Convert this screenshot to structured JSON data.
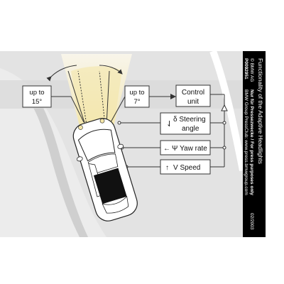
{
  "labels": {
    "left_angle": [
      "up to",
      "15°"
    ],
    "right_angle": [
      "up to",
      "7°"
    ],
    "control": [
      "Control",
      "unit"
    ],
    "steering": [
      "δ Steering",
      "angle"
    ],
    "yaw": "Ψ Yaw rate",
    "speed": "V Speed"
  },
  "sidebar": {
    "title": "Functionality of the Adaptive Headlights",
    "code": "P0092951",
    "credit": "BMW Group PressClub: www.press.bmwgroup.com",
    "owner": "© BMW AG",
    "notice": "Nur für Pressezwecke / For press purposes only",
    "date": "02/2003"
  },
  "colors": {
    "sidebar": "#000000",
    "beam": "#f6eecd",
    "road": "#e6e6e6",
    "band": "#d2d2d2",
    "car": "#ffffff",
    "window": "#111111"
  }
}
